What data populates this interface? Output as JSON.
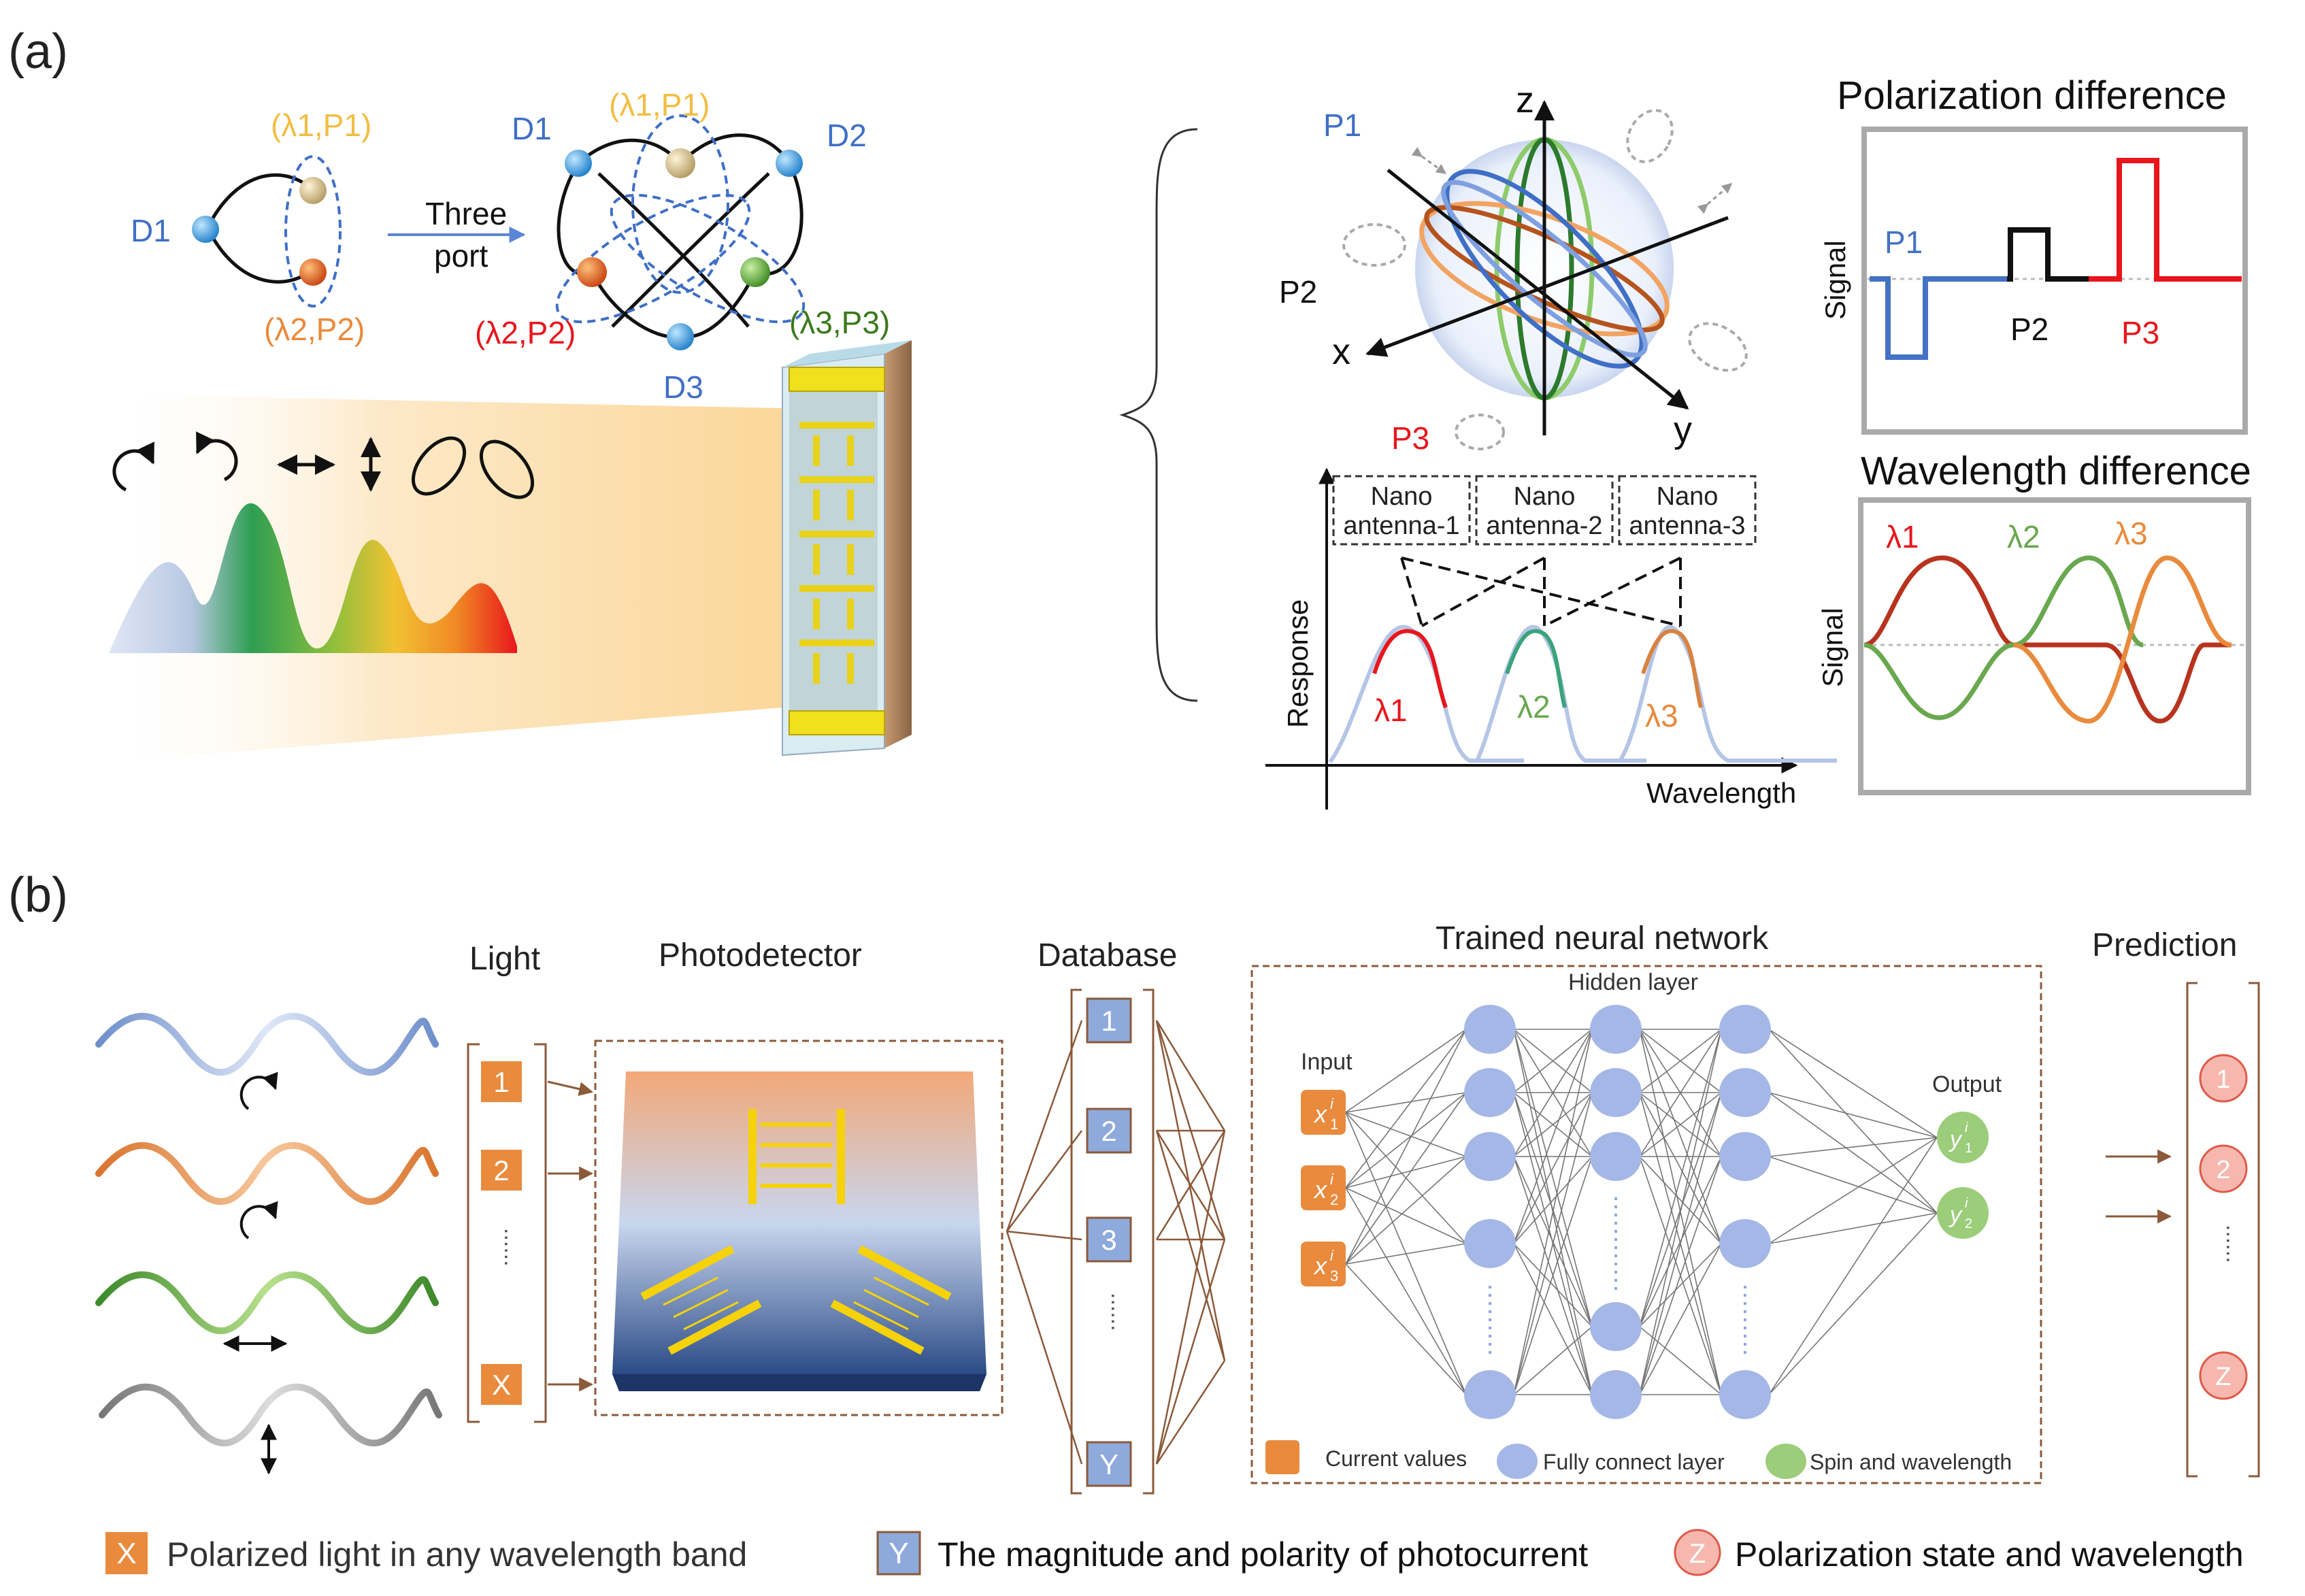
{
  "panel_a": {
    "label": "(a)",
    "topology": {
      "d1_left": "D1",
      "pair_top": "(λ1,P1)",
      "pair_bottom": "(λ2,P2)",
      "arrow_text_1": "Three",
      "arrow_text_2": "port",
      "d1": "D1",
      "d2": "D2",
      "d3": "D3",
      "node_l1p1": "(λ1,P1)",
      "node_l2p2": "(λ2,P2)",
      "node_l3p3": "(λ3,P3)"
    },
    "sphere": {
      "axis_z": "z",
      "axis_x": "x",
      "axis_y": "y",
      "p1": "P1",
      "p2": "P2",
      "p3": "P3"
    },
    "response": {
      "antenna1_line1": "Nano",
      "antenna1_line2": "antenna-1",
      "antenna2_line1": "Nano",
      "antenna2_line2": "antenna-2",
      "antenna3_line1": "Nano",
      "antenna3_line2": "antenna-3",
      "ylabel": "Response",
      "xlabel": "Wavelength",
      "peak1": "λ1",
      "peak2": "λ2",
      "peak3": "λ3"
    },
    "polarization_plot": {
      "title": "Polarization difference",
      "ylabel": "Signal",
      "p1": "P1",
      "p2": "P2",
      "p3": "P3"
    },
    "wavelength_plot": {
      "title": "Wavelength difference",
      "ylabel": "Signal",
      "l1": "λ1",
      "l2": "λ2",
      "l3": "λ3"
    }
  },
  "panel_b": {
    "label": "(b)",
    "headers": {
      "light": "Light",
      "photodetector": "Photodetector",
      "database": "Database",
      "network": "Trained neural network",
      "prediction": "Prediction"
    },
    "light_items": [
      "1",
      "2",
      "......",
      "X"
    ],
    "database_items": [
      "1",
      "2",
      "3",
      "......",
      "Y"
    ],
    "prediction_items": [
      "1",
      "2",
      "......",
      "Z"
    ],
    "network": {
      "hidden_layer": "Hidden layer",
      "input": "Input",
      "output": "Output",
      "inputs": [
        "x",
        "x",
        "x"
      ],
      "input_subs": [
        "1",
        "2",
        "3"
      ],
      "outputs": [
        "y",
        "y"
      ],
      "output_subs": [
        "1",
        "2"
      ],
      "sup": "i",
      "legend_current": "Current  values",
      "legend_fc": "Fully connect layer",
      "legend_spin": "Spin and wavelength"
    },
    "legend": {
      "x_symbol": "X",
      "x_text": "Polarized light in any wavelength band",
      "y_symbol": "Y",
      "y_text": "The magnitude and polarity of photocurrent",
      "z_symbol": "Z",
      "z_text": "Polarization state and wavelength"
    }
  },
  "colors": {
    "blue_label": "#3f6fc6",
    "orange": "#e98a3c",
    "red": "#e8161c",
    "green": "#6aa84f",
    "gold": "#f2bd42",
    "db_blue": "#8ea9db",
    "node_blue": "#a4b7e6"
  }
}
